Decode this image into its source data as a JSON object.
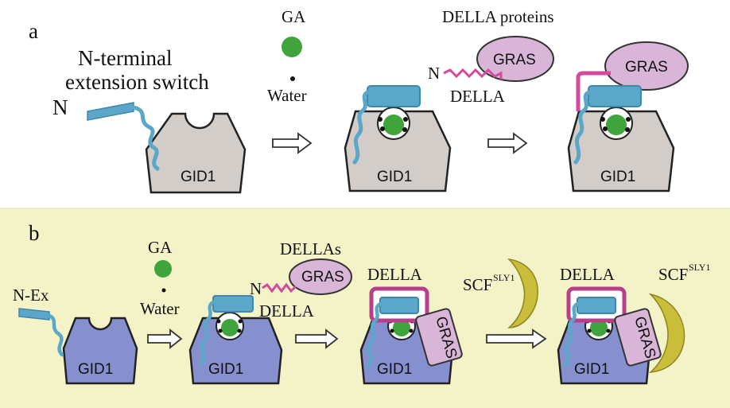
{
  "panel_a": {
    "letter": "a",
    "switch_line1": "N-terminal",
    "switch_line2": "extension switch",
    "n_label": "N",
    "ga": "GA",
    "water": "Water",
    "della_proteins": "DELLA proteins",
    "gras": "GRAS",
    "della": "DELLA",
    "gid1": "GID1"
  },
  "panel_b": {
    "letter": "b",
    "n_ex": "N-Ex",
    "ga": "GA",
    "water": "Water",
    "dellas": "DELLAs",
    "gras": "GRAS",
    "n_label": "N",
    "della": "DELLA",
    "gid1": "GID1",
    "scf": "SCF",
    "sly1": "SLY1"
  },
  "colors": {
    "panel_b_bg": "#f4f3c8",
    "gid1_a": "#d2cdc9",
    "gid1_b": "#8790cf",
    "extension": "#5aa7c9",
    "ga": "#3fa43c",
    "della_linker": "#d44a9c",
    "gras": "#d9b6d8",
    "scf": "#c9bd3a"
  }
}
